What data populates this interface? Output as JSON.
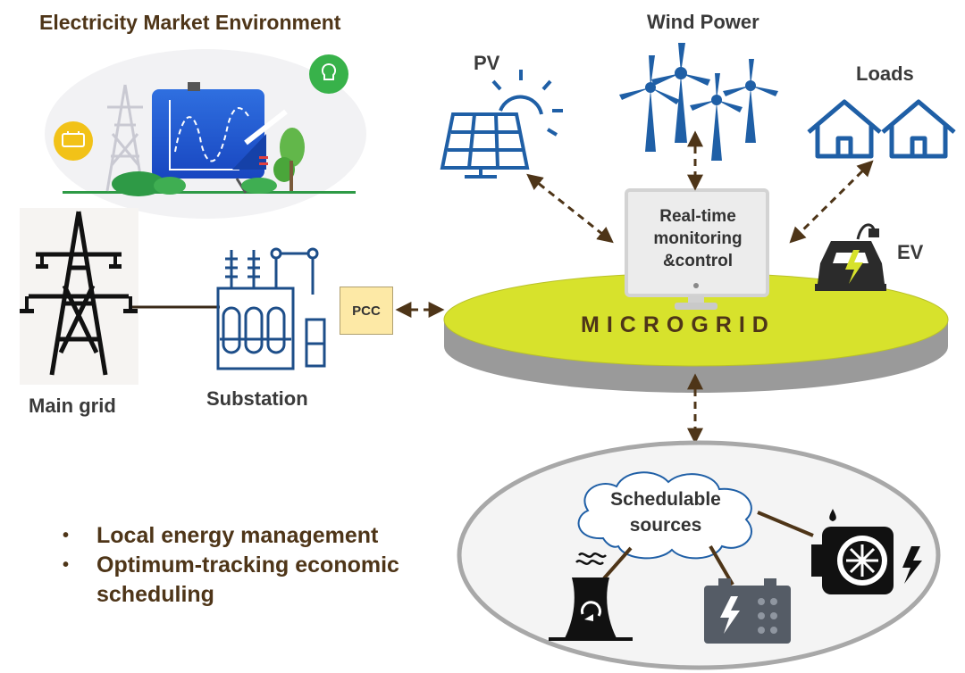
{
  "labels": {
    "market": "Electricity Market Environment",
    "pv": "PV",
    "wind": "Wind Power",
    "loads": "Loads",
    "ev": "EV",
    "main_grid": "Main grid",
    "substation": "Substation",
    "pcc": "PCC",
    "microgrid": "MICROGRID",
    "monitor_line1": "Real-time",
    "monitor_line2": "monitoring",
    "monitor_line3": "&control",
    "cloud_line1": "Schedulable",
    "cloud_line2": "sources"
  },
  "bullets": [
    {
      "text": "Local energy management",
      "cont": ""
    },
    {
      "text": "Optimum-tracking economic",
      "cont": "scheduling"
    }
  ],
  "bullet_symbol": "•",
  "colors": {
    "blue_icon": "#1f5fa6",
    "dark_blue": "#1d4e89",
    "microgrid_top": "#d7e22c",
    "microgrid_side": "#9a9a9a",
    "arrow": "#4e3518",
    "text_brown": "#4e3518",
    "pcc_fill": "#fde9a6"
  }
}
